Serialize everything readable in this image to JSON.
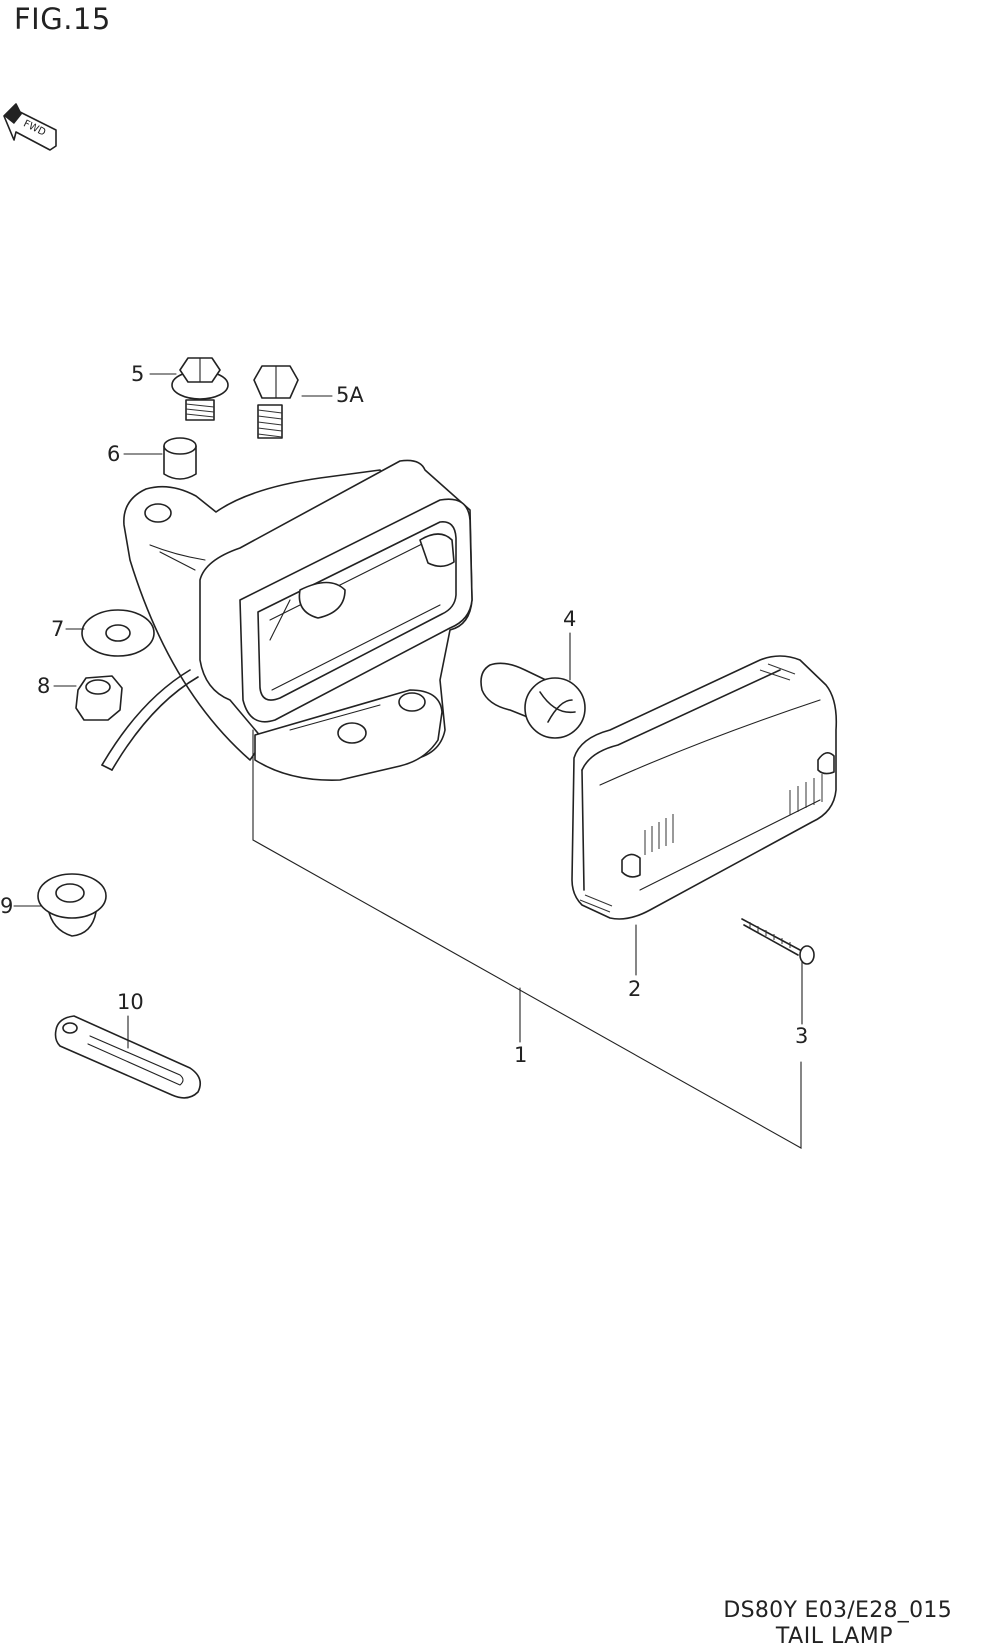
{
  "header": {
    "figure_label": "FIG.15"
  },
  "direction_badge": {
    "label": "FWD"
  },
  "callouts": {
    "c1": "1",
    "c2": "2",
    "c3": "3",
    "c4": "4",
    "c5": "5",
    "c5a": "5A",
    "c6": "6",
    "c7": "7",
    "c8": "8",
    "c9": "9",
    "c10": "10"
  },
  "footer": {
    "drawing_code": "DS80Y E03/E28_015",
    "drawing_name": "TAIL LAMP"
  },
  "colors": {
    "ink": "#222222",
    "background": "#ffffff"
  },
  "icons": {
    "direction": "fwd-arrow-icon"
  }
}
